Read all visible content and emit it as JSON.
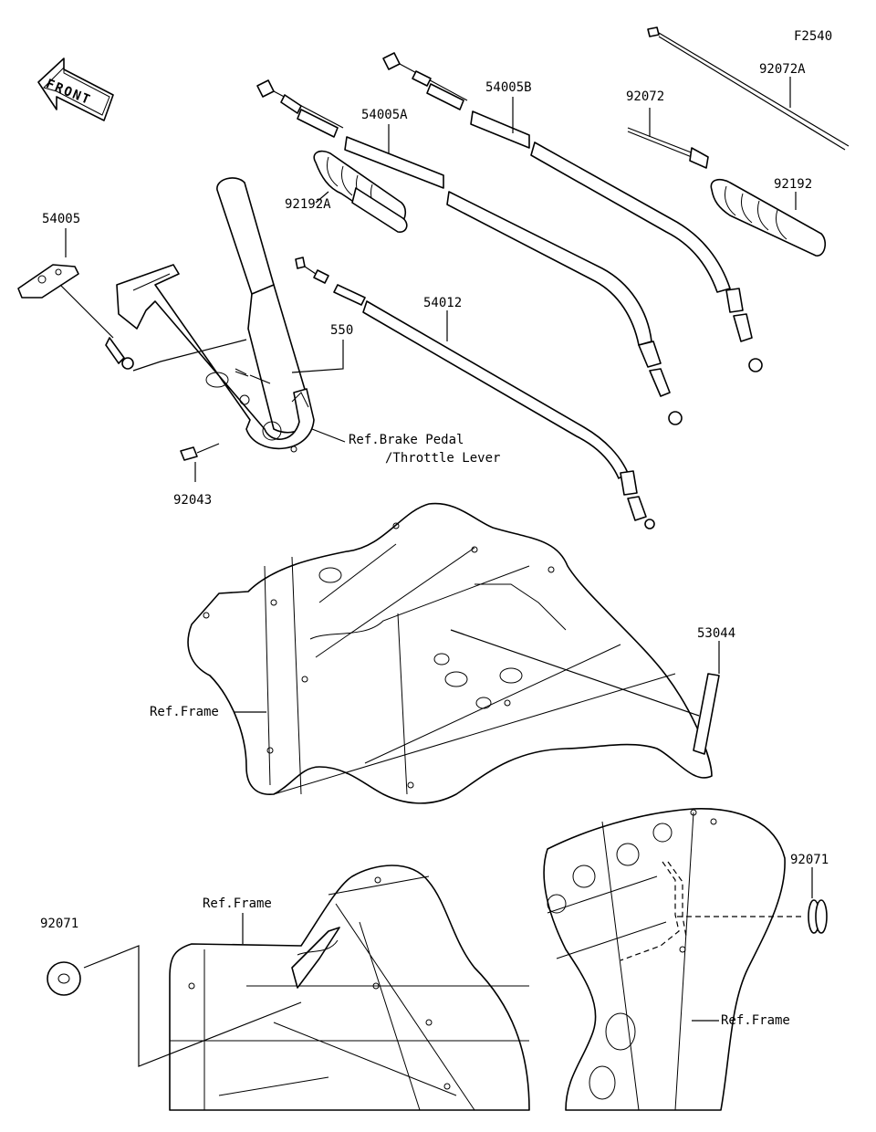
{
  "diagram_id": "F2540",
  "front_label": "FRONT",
  "callouts": [
    {
      "id": "54005",
      "text": "54005"
    },
    {
      "id": "54005A",
      "text": "54005A"
    },
    {
      "id": "54005B",
      "text": "54005B"
    },
    {
      "id": "92072",
      "text": "92072"
    },
    {
      "id": "92072A",
      "text": "92072A"
    },
    {
      "id": "92192",
      "text": "92192"
    },
    {
      "id": "92192A",
      "text": "92192A"
    },
    {
      "id": "54012",
      "text": "54012"
    },
    {
      "id": "550",
      "text": "550"
    },
    {
      "id": "92043",
      "text": "92043"
    },
    {
      "id": "53044",
      "text": "53044"
    },
    {
      "id": "92071_right",
      "text": "92071"
    },
    {
      "id": "92071_left",
      "text": "92071"
    }
  ],
  "references": {
    "brake_pedal_line1": "Ref.Brake Pedal",
    "brake_pedal_line2": "/Throttle Lever",
    "frame_middle": "Ref.Frame",
    "frame_bottom_left": "Ref.Frame",
    "frame_bottom_right": "Ref.Frame"
  }
}
